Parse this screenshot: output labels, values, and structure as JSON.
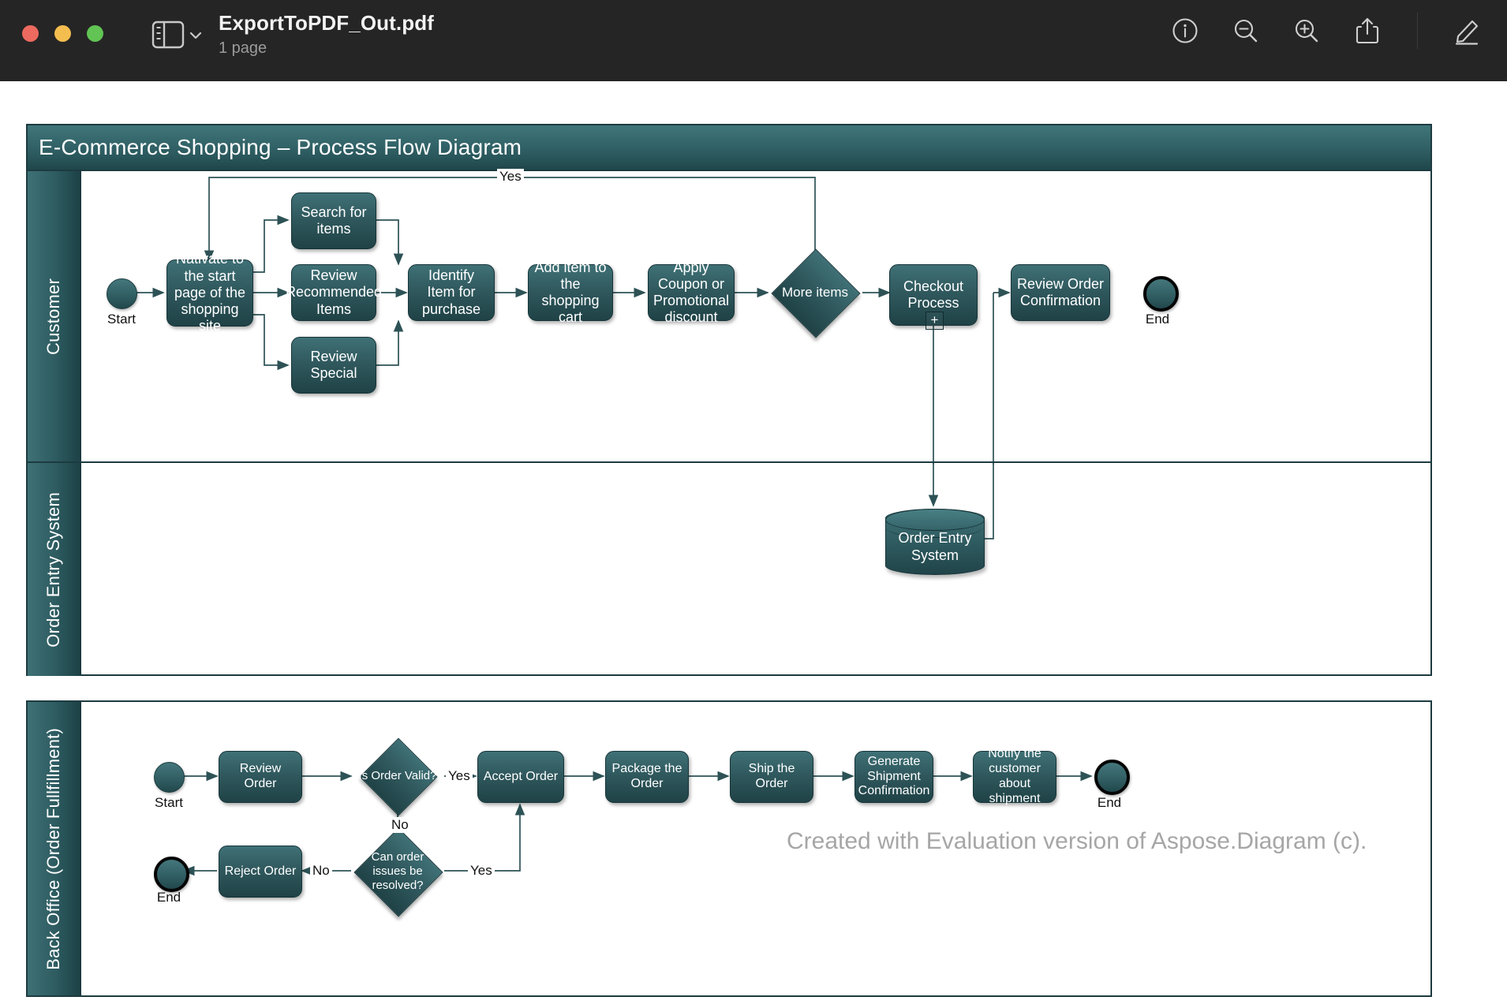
{
  "window": {
    "title": "ExportToPDF_Out.pdf",
    "subtitle": "1 page",
    "icons": {
      "sidebar": "sidebar-toggle-icon",
      "chevron": "chevron-down-icon",
      "info": "info-icon",
      "zoom_out": "zoom-out-icon",
      "zoom_in": "zoom-in-icon",
      "share": "share-icon",
      "markup": "markup-pen-icon"
    }
  },
  "diagram": {
    "title": "E-Commerce Shopping – Process Flow Diagram",
    "watermark": "Created with Evaluation version of Aspose.Diagram (c).",
    "colors": {
      "node_fill_top": "#3f7176",
      "node_fill_bottom": "#1f4246",
      "header_band": "#2f5f64",
      "border": "#1d3b40",
      "text": "#ffffff",
      "watermark": "#a6a6a6"
    },
    "pools": [
      {
        "name": "pool-ecommerce",
        "lanes": [
          {
            "label": "Customer"
          },
          {
            "label": "Order Entry System"
          }
        ]
      },
      {
        "name": "pool-back-office",
        "lanes": [
          {
            "label": "Back Office (Order Fullfillment)"
          }
        ]
      }
    ],
    "customer_lane": {
      "start_label": "Start",
      "end_label": "End",
      "nodes": [
        {
          "id": "navigate",
          "label": "Nativate to the start page of the shopping site"
        },
        {
          "id": "search",
          "label": "Search for items"
        },
        {
          "id": "review_recommended",
          "label": "Review Recommended Items"
        },
        {
          "id": "review_special",
          "label": "Review Special"
        },
        {
          "id": "identify",
          "label": "Identify Item for purchase"
        },
        {
          "id": "add_cart",
          "label": "Add item to the shopping cart"
        },
        {
          "id": "coupon",
          "label": "Apply Coupon or Promotional discount"
        },
        {
          "id": "more_items",
          "label": "More items",
          "shape": "decision"
        },
        {
          "id": "checkout",
          "label": "Checkout Process",
          "marker": "+"
        },
        {
          "id": "review_confirm",
          "label": "Review Order Confirmation"
        }
      ],
      "edge_labels": [
        "Yes"
      ]
    },
    "order_entry_lane": {
      "nodes": [
        {
          "id": "oes_db",
          "label": "Order Entry System",
          "shape": "datastore"
        }
      ]
    },
    "back_office_lane": {
      "start_label": "Start",
      "end_label": "End",
      "end_label_2": "End",
      "nodes": [
        {
          "id": "review_order",
          "label": "Review Order"
        },
        {
          "id": "is_valid",
          "label": "Is Order Valid?",
          "shape": "decision"
        },
        {
          "id": "accept_order",
          "label": "Accept Order"
        },
        {
          "id": "package_order",
          "label": "Package the Order"
        },
        {
          "id": "ship_order",
          "label": "Ship the Order"
        },
        {
          "id": "gen_shipment",
          "label": "Generate Shipment Confirmation"
        },
        {
          "id": "notify",
          "label": "Notify the customer about shipment"
        },
        {
          "id": "can_resolve",
          "label": "Can order issues be resolved?",
          "shape": "decision"
        },
        {
          "id": "reject_order",
          "label": "Reject Order"
        }
      ],
      "edge_labels": {
        "valid_yes": "Yes",
        "valid_no": "No",
        "resolve_yes": "Yes",
        "resolve_no": "No"
      }
    }
  }
}
